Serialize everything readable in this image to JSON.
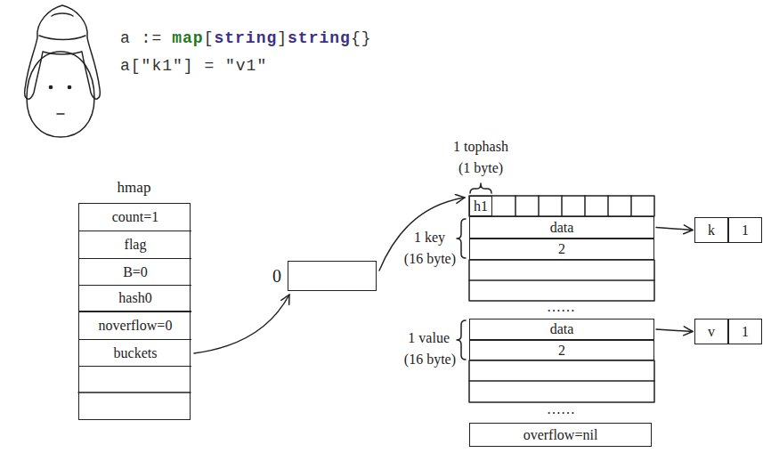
{
  "diagram": {
    "nodes": [
      {
        "text": [
          "hmap"
        ]
      },
      {
        "text": [
          "count=1"
        ],
        "in": 0
      },
      {
        "text": [
          "flag"
        ],
        "in": 0
      },
      {
        "text": [
          "B=0"
        ],
        "in": 0
      },
      {
        "text": [
          "hash0"
        ],
        "in": 0
      },
      {
        "text": [
          "noverflow=0"
        ],
        "in": 0
      },
      {
        "text": [
          "buckets"
        ],
        "in": 0
      },
      {
        "text": [
          "0"
        ]
      },
      {
        "text": [
          "h1"
        ]
      },
      {
        "text": [
          "data"
        ]
      },
      {
        "text": [
          "2"
        ]
      },
      {
        "text": [
          "data"
        ]
      },
      {
        "text": [
          "2"
        ]
      },
      {
        "text": [
          "overflow=nil"
        ]
      },
      {
        "text": [
          "k"
        ]
      },
      {
        "text": [
          "1"
        ]
      },
      {
        "text": [
          "v"
        ]
      },
      {
        "text": [
          "1"
        ]
      }
    ],
    "edges": [
      {
        "from": 6,
        "to": 7,
        "arrow": "to"
      },
      {
        "from": 7,
        "to": 8,
        "arrow": "to"
      },
      {
        "from": 9,
        "to": 14,
        "arrow": "to"
      },
      {
        "from": 11,
        "to": 16,
        "arrow": "to"
      }
    ],
    "labels": [
      "a :=",
      "map",
      "[",
      "string",
      "]",
      "string",
      "{}",
      "a[\"k1\"] = \"v1\"",
      "1 tophash",
      "(1 byte)",
      "1 key",
      "(16 byte)",
      "1 value",
      "(16 byte)",
      "……",
      "……"
    ]
  }
}
